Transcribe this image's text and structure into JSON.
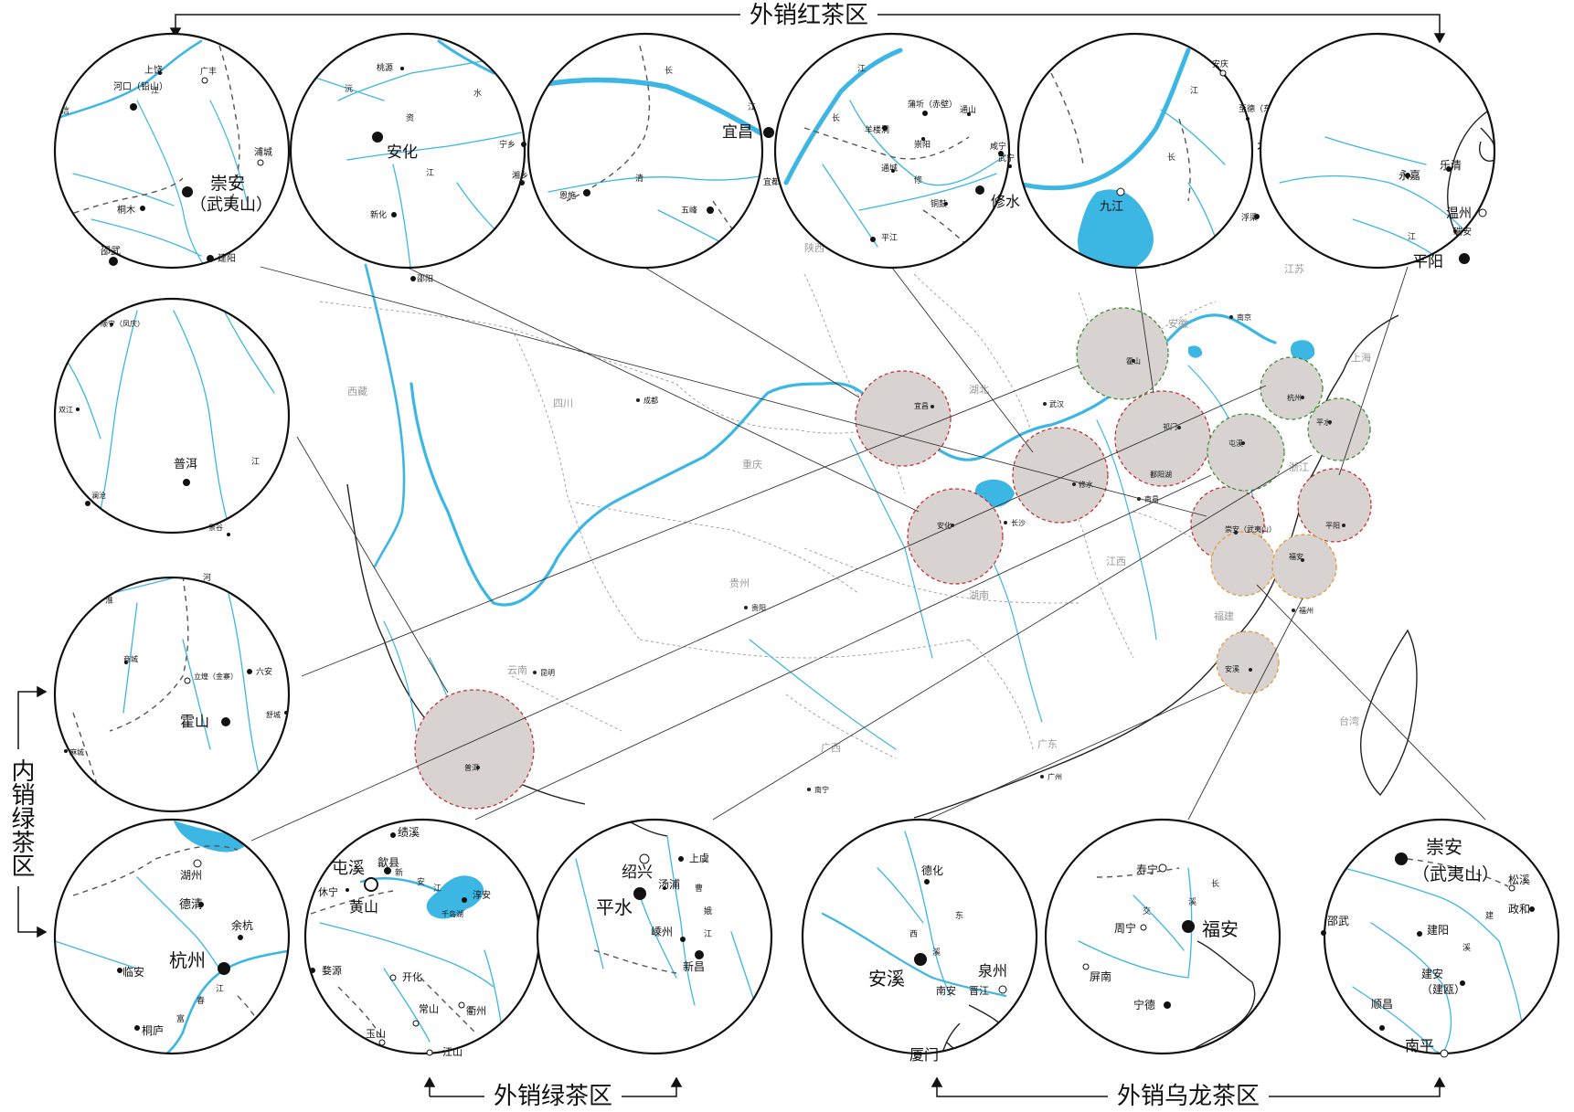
{
  "captions": {
    "black": "外销红茶区",
    "green_export": "外销绿茶区",
    "oolong": "外销乌龙茶区",
    "green_domestic": "内销绿茶区"
  },
  "colors": {
    "river": "#3cb6e3",
    "black_tea_ring": "#c2343a",
    "green_tea_ring": "#3f8f3a",
    "oolong_ring": "#e39a3a",
    "region_fill": "#d8d3d0"
  },
  "provinces": [
    "西藏",
    "四川",
    "陕西",
    "湖北",
    "安徽",
    "江苏",
    "上海",
    "重庆",
    "浙江",
    "湖南",
    "江西",
    "贵州",
    "云南",
    "福建",
    "广西",
    "广东",
    "台湾"
  ],
  "main_cities": [
    "成都",
    "贵阳",
    "昆明",
    "南宁",
    "广州",
    "武汉",
    "长沙",
    "南昌",
    "南京",
    "福州",
    "宜昌",
    "安化",
    "修水",
    "祁门",
    "平阳",
    "霍山",
    "杭州",
    "屯溪",
    "平水",
    "普洱",
    "崇安（武夷山）",
    "福安",
    "安溪",
    "鄱阳湖"
  ],
  "insets": [
    {
      "id": "chongan-black",
      "labels": [
        "上饶",
        "广丰",
        "河口（铅山）",
        "崇安",
        "（武夷山）",
        "浦城",
        "桐木",
        "邵武",
        "建阳",
        "信",
        "江"
      ]
    },
    {
      "id": "anhua",
      "labels": [
        "桃源",
        "安化",
        "宁乡",
        "新化",
        "湘乡",
        "邵阳",
        "资",
        "江",
        "沅",
        "水"
      ]
    },
    {
      "id": "yichang",
      "labels": [
        "宜昌",
        "宜都",
        "恩施",
        "五峰",
        "长",
        "江",
        "清"
      ]
    },
    {
      "id": "xiushui",
      "labels": [
        "蒲圻（赤壁）",
        "羊楼洞",
        "通山",
        "咸宁",
        "崇阳",
        "武宁",
        "通城",
        "修水",
        "铜鼓",
        "平江",
        "长",
        "江",
        "修"
      ]
    },
    {
      "id": "qimen",
      "labels": [
        "安庆",
        "至德（东至）",
        "祁门",
        "九江",
        "浮梁",
        "鄱阳湖",
        "长",
        "江"
      ]
    },
    {
      "id": "pingyang",
      "labels": [
        "乐清",
        "永嘉",
        "温州",
        "瑞安",
        "平阳",
        "江"
      ]
    },
    {
      "id": "puer",
      "labels": [
        "顺宁（凤庆）",
        "双江",
        "普洱",
        "澜沧",
        "景谷",
        "江"
      ]
    },
    {
      "id": "huoshan",
      "labels": [
        "商城",
        "立煌（金寨）",
        "六安",
        "霍山",
        "舒城",
        "麻城",
        "河",
        "淮"
      ]
    },
    {
      "id": "hangzhou",
      "labels": [
        "湖州",
        "德清",
        "余杭",
        "杭州",
        "临安",
        "桐庐",
        "富",
        "春",
        "江"
      ]
    },
    {
      "id": "tunxi",
      "labels": [
        "绩溪",
        "歙县",
        "屯溪",
        "休宁",
        "黄山",
        "淳安",
        "千岛湖",
        "婺源",
        "开化",
        "常山",
        "衢州",
        "玉山",
        "江山",
        "新",
        "安",
        "江"
      ]
    },
    {
      "id": "pingshui",
      "labels": [
        "绍兴",
        "上虞",
        "平水",
        "汤浦",
        "嵊州",
        "新昌",
        "曹",
        "娥",
        "江"
      ]
    },
    {
      "id": "anxi",
      "labels": [
        "德化",
        "安溪",
        "泉州",
        "南安",
        "晋江",
        "厦门",
        "西",
        "溪",
        "东"
      ]
    },
    {
      "id": "fuan",
      "labels": [
        "寿宁",
        "周宁",
        "福安",
        "屏南",
        "宁德",
        "溪",
        "交",
        "长"
      ]
    },
    {
      "id": "chongan-oolong",
      "labels": [
        "崇安",
        "（武夷山）",
        "松溪",
        "政和",
        "建阳",
        "建安",
        "（建瓯）",
        "顺昌",
        "南平",
        "邵武",
        "溪",
        "建"
      ]
    }
  ]
}
